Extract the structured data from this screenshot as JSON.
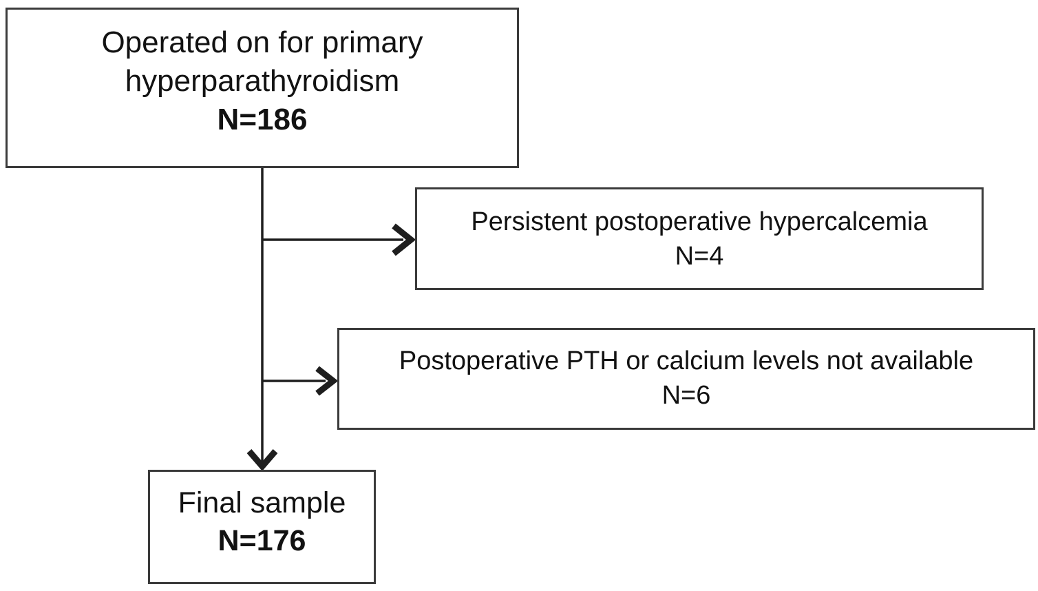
{
  "diagram": {
    "nodes": {
      "operated": {
        "line1": "Operated on for primary",
        "line2": "hyperparathyroidism",
        "count": "N=186"
      },
      "excl_hypercalcemia": {
        "line1": "Persistent postoperative hypercalcemia",
        "count": "N=4"
      },
      "excl_labs": {
        "line1": "Postoperative PTH or calcium levels not available",
        "count": "N=6"
      },
      "final": {
        "line1": "Final sample",
        "count": "N=176"
      }
    }
  },
  "colors": {
    "box_border": "#3b3b3b",
    "connector": "#1e1e1e",
    "text": "#121212",
    "background": "#ffffff"
  }
}
